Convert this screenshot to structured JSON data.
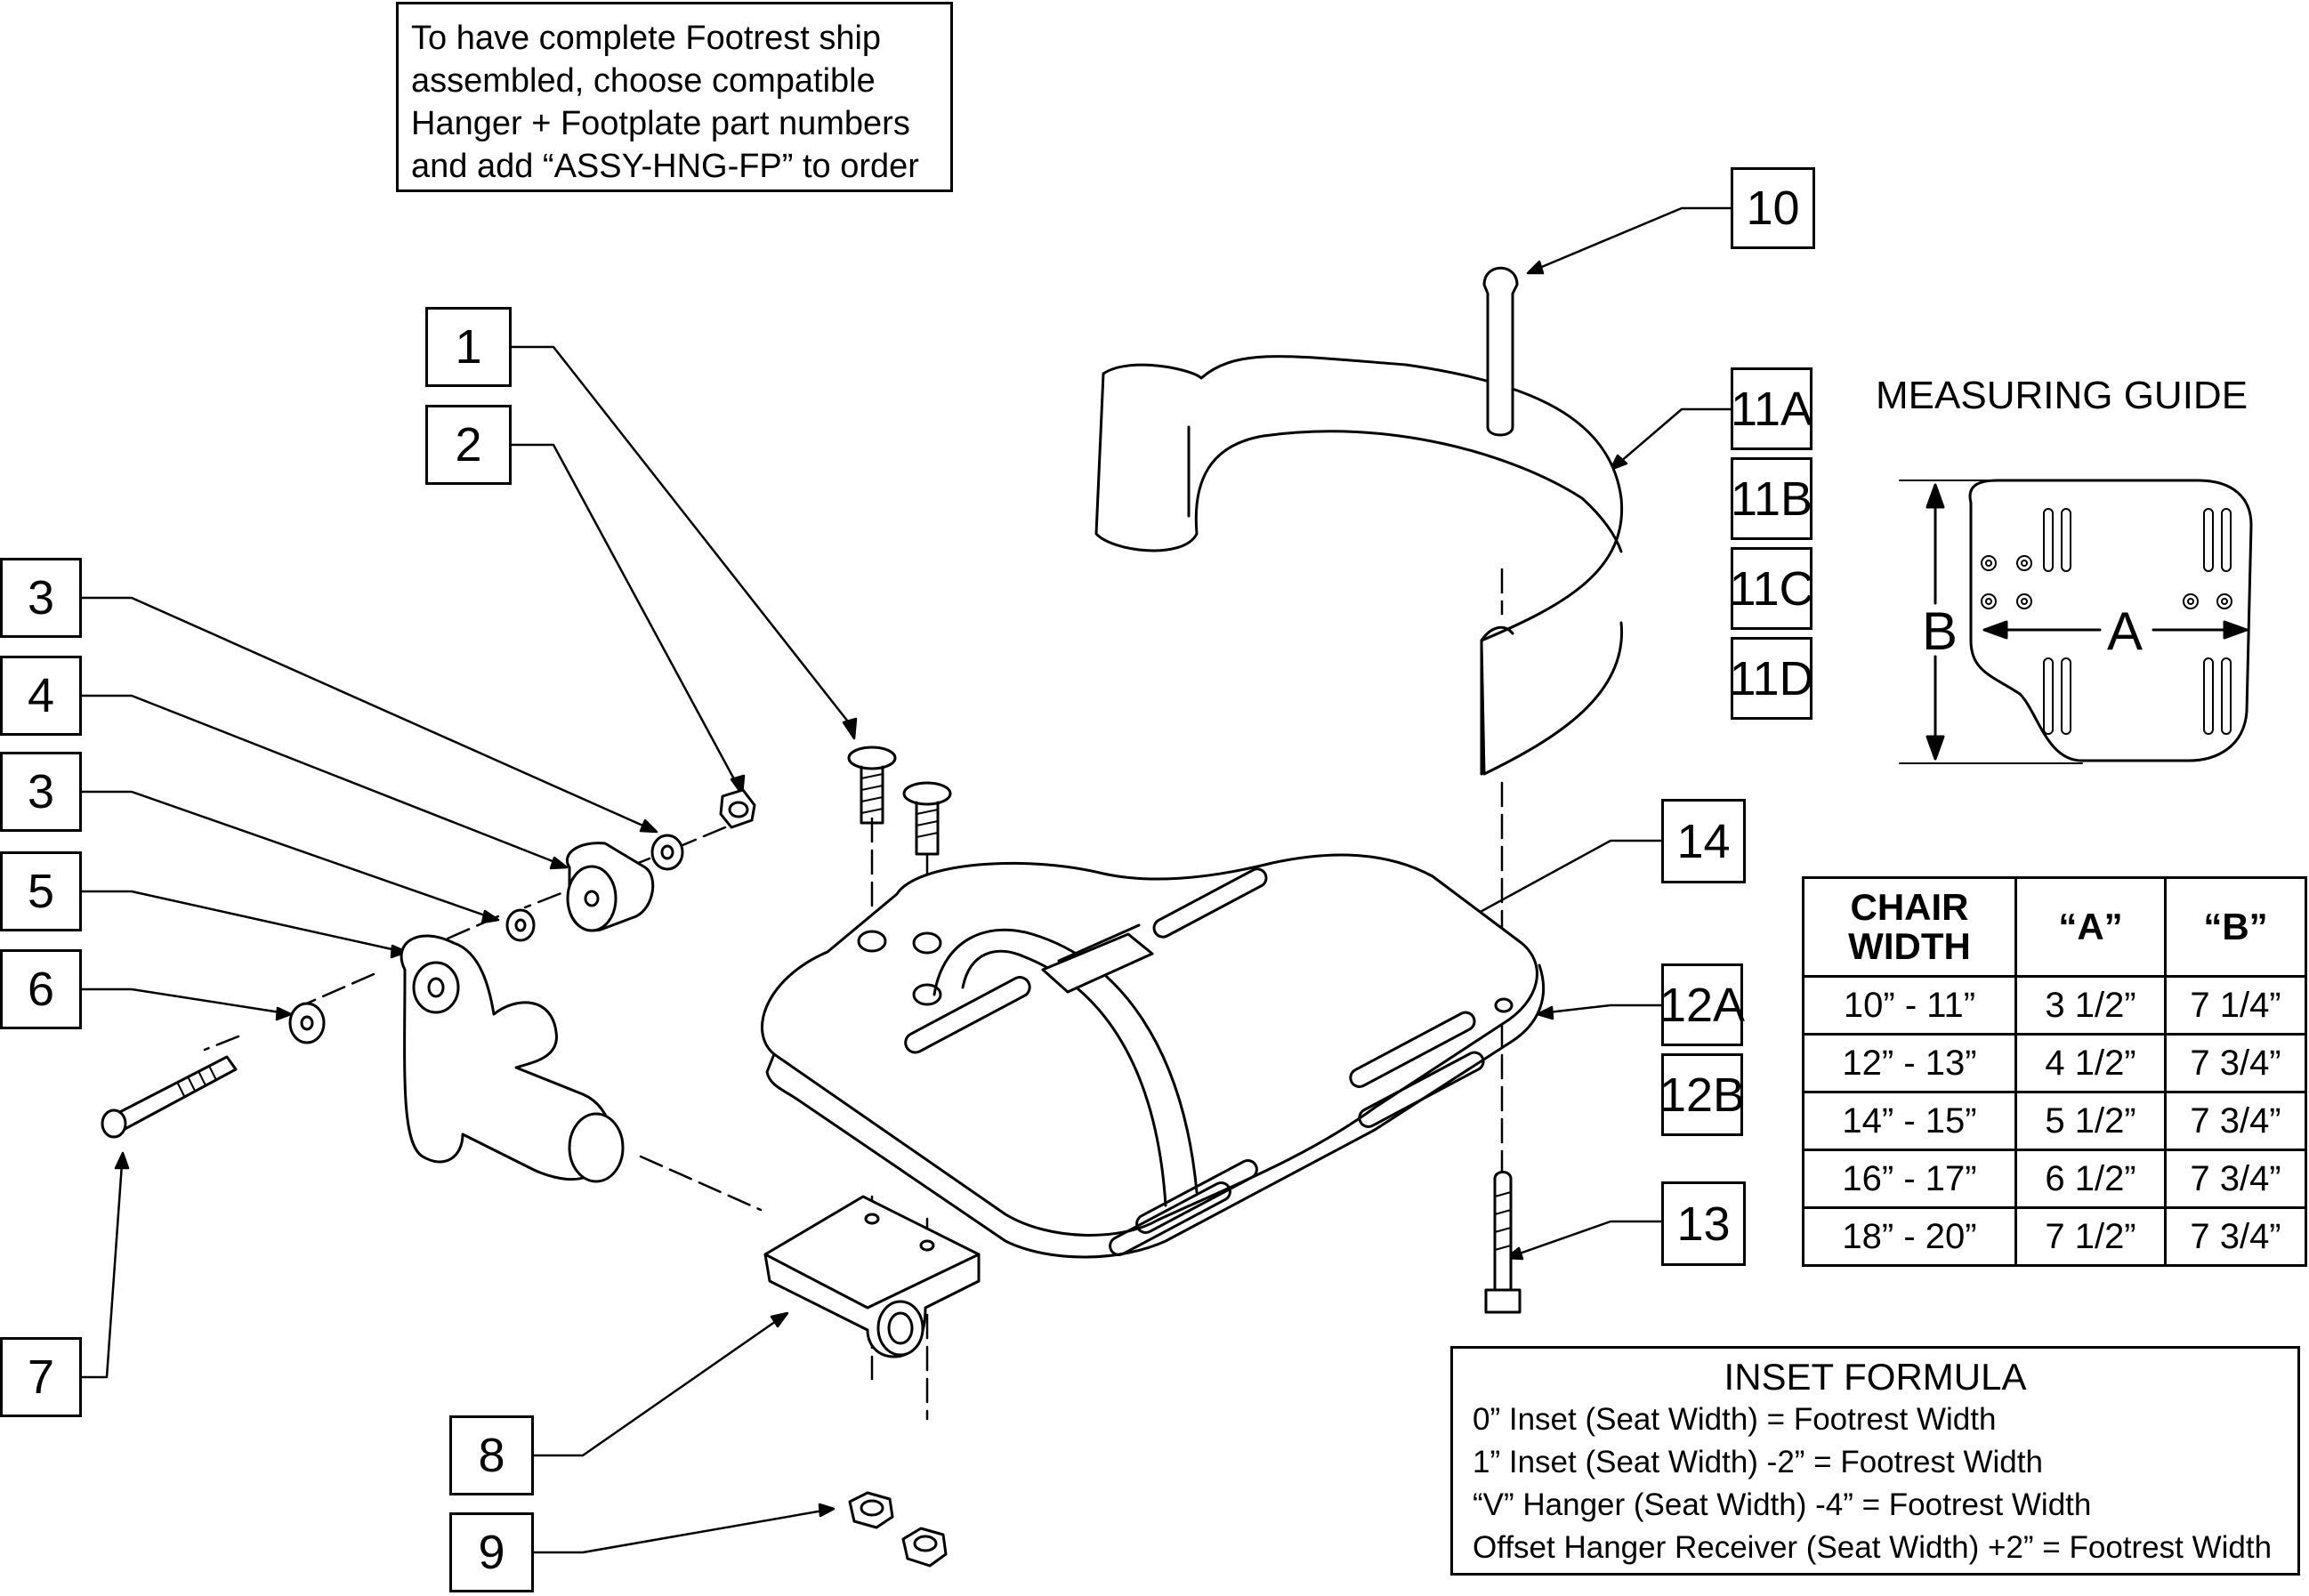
{
  "note": {
    "lines": [
      "To have complete Footrest ship",
      "assembled, choose compatible",
      "Hanger + Footplate part numbers",
      "and add “ASSY-HNG-FP” to order"
    ]
  },
  "callouts": [
    "1",
    "2",
    "3",
    "4",
    "3",
    "5",
    "6",
    "7",
    "8",
    "9",
    "10",
    "11A",
    "11B",
    "11C",
    "11D",
    "14",
    "12A",
    "12B",
    "13"
  ],
  "measuring_guide": {
    "title": "MEASURING GUIDE",
    "label_a": "A",
    "label_b": "B"
  },
  "size_table": {
    "headers": [
      "CHAIR WIDTH",
      "“A”",
      "“B”"
    ],
    "rows": [
      [
        "10” - 11”",
        "3 1/2”",
        "7 1/4”"
      ],
      [
        "12” - 13”",
        "4 1/2”",
        "7 3/4”"
      ],
      [
        "14” - 15”",
        "5 1/2”",
        "7 3/4”"
      ],
      [
        "16” - 17”",
        "6 1/2”",
        "7 3/4”"
      ],
      [
        "18” - 20”",
        "7 1/2”",
        "7 3/4”"
      ]
    ]
  },
  "inset_formula": {
    "title": "INSET FORMULA",
    "lines": [
      "0” Inset (Seat Width) = Footrest Width",
      "1” Inset (Seat Width) -2” = Footrest Width",
      "“V” Hanger (Seat Width) -4” = Footrest Width",
      "Offset Hanger Receiver (Seat Width) +2” = Footrest Width"
    ]
  }
}
